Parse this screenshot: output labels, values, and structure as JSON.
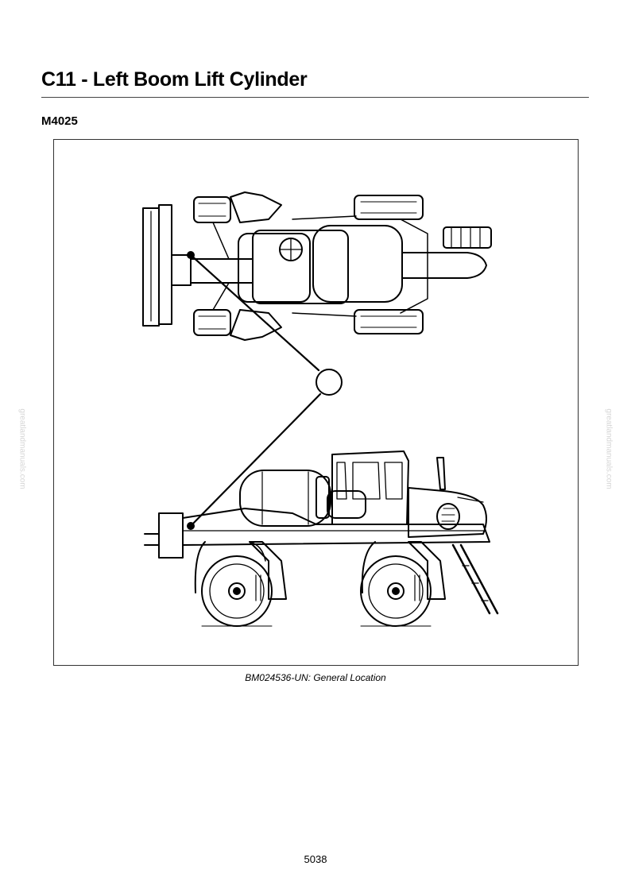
{
  "page": {
    "title": "C11 - Left Boom Lift Cylinder",
    "model": "M4025",
    "caption": "BM024536-UN: General Location",
    "page_number": "5038",
    "watermark": "greatlandmanuals.com"
  }
}
